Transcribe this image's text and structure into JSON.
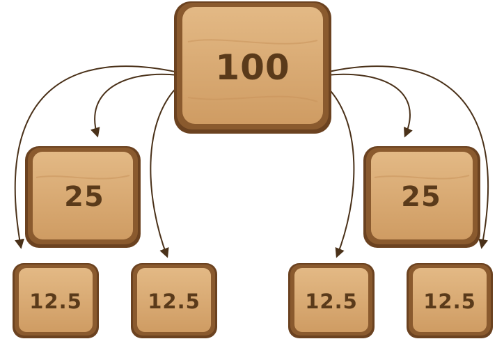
{
  "root": {
    "value": "100"
  },
  "level1": [
    {
      "value": "25"
    },
    {
      "value": "25"
    }
  ],
  "level2": [
    {
      "value": "12.5"
    },
    {
      "value": "12.5"
    },
    {
      "value": "12.5"
    },
    {
      "value": "12.5"
    }
  ],
  "colors": {
    "tile_face": "#d9ab74",
    "tile_edge": "#8a5a2e",
    "tile_shadow": "#6b4220",
    "label": "#5a3a1a",
    "arrow": "#4a3119"
  }
}
